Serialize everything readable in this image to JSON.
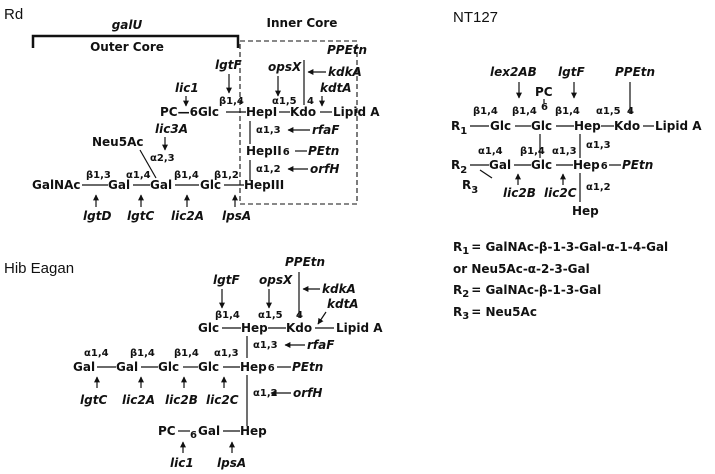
{
  "rd": {
    "title": "Rd",
    "galu": "galU",
    "outer_core": "Outer Core",
    "inner_core": "Inner Core",
    "ppetn": "PPEtn",
    "opsx": "opsX",
    "kdka": "kdkA",
    "kdta": "kdtA",
    "lgtf": "lgtF",
    "lic1": "lic1",
    "b14": "β1,4",
    "pc6glc": "PC—6Glc",
    "a15": "α1,5",
    "four": "4",
    "hepi": "HepI",
    "kdo": "Kdo",
    "lipid_a": "Lipid A",
    "a13": "α1,3",
    "rfaf": "rfaF",
    "lic3a": "lic3A",
    "neu5ac": "Neu5Ac",
    "a23": "α2,3",
    "hepii": "HepII",
    "six": "6",
    "petn": "PEtn",
    "a12": "α1,2",
    "orfh": "orfH",
    "galnac": "GalNAc",
    "b13": "β1,3",
    "gal1": "Gal",
    "a14": "α1,4",
    "gal2": "Gal",
    "b14b": "β1,4",
    "glc": "Glc",
    "b12": "β1,2",
    "hepiii": "HepIII",
    "lgtd": "lgtD",
    "lgtc": "lgtC",
    "lic2a": "lic2A",
    "lpsa": "lpsA"
  },
  "nt127": {
    "title": "NT127",
    "lex2ab": "lex2AB",
    "lgtf": "lgtF",
    "ppetn": "PPEtn",
    "pc": "PC",
    "b14a": "β1,4",
    "b14b": "β1,4",
    "six": "6",
    "b14c": "β1,4",
    "a15": "α1,5",
    "four": "4",
    "r1": "R",
    "r1sub": "1",
    "glc1": "Glc",
    "glc2": "Glc",
    "hep": "Hep",
    "kdo": "Kdo",
    "lipid_a": "Lipid A",
    "a13": "α1,3",
    "a14": "α1,4",
    "b14d": "β1,4",
    "a13b": "α1,3",
    "r2": "R",
    "r2sub": "2",
    "gal": "Gal",
    "glc3": "Glc",
    "hep6": "Hep",
    "six_b": "6",
    "petn": "PEtn",
    "r3": "R",
    "r3sub": "3",
    "lic2b": "lic2B",
    "lic2c": "lic2C",
    "a12": "α1,2",
    "hep_b": "Hep"
  },
  "legend": {
    "r1_label": "R",
    "r1_sub": "1",
    "r1_def": "= GalNAc-β-1-3-Gal-α-1-4-Gal",
    "or_line": "or Neu5Ac-α-2-3-Gal",
    "r2_label": "R",
    "r2_sub": "2",
    "r2_def": "= GalNAc-β-1-3-Gal",
    "r3_label": "R",
    "r3_sub": "3",
    "r3_def": "= Neu5Ac"
  },
  "hib": {
    "title": "Hib Eagan",
    "ppetn": "PPEtn",
    "lgtf": "lgtF",
    "opsx": "opsX",
    "kdka": "kdkA",
    "kdta": "kdtA",
    "b14": "β1,4",
    "a15": "α1,5",
    "four": "4",
    "glc": "Glc",
    "hep": "Hep",
    "kdo": "Kdo",
    "lipid_a": "Lipid A",
    "a13": "α1,3",
    "rfaf": "rfaF",
    "a14": "α1,4",
    "b14a": "β1,4",
    "b14b": "β1,4",
    "a13b": "α1,3",
    "gal": "Gal",
    "gal2": "Gal",
    "glc2": "Glc",
    "glc3": "Glc",
    "hep6": "Hep",
    "six": "6",
    "petn": "PEtn",
    "lgtc": "lgtC",
    "lic2a": "lic2A",
    "lic2b": "lic2B",
    "lic2c": "lic2C",
    "a12": "α1,2",
    "orfh": "orfH",
    "pc": "PC",
    "six_b": "6",
    "gal3": "Gal",
    "hep_b": "Hep",
    "lic1": "lic1",
    "lpsa": "lpsA"
  }
}
